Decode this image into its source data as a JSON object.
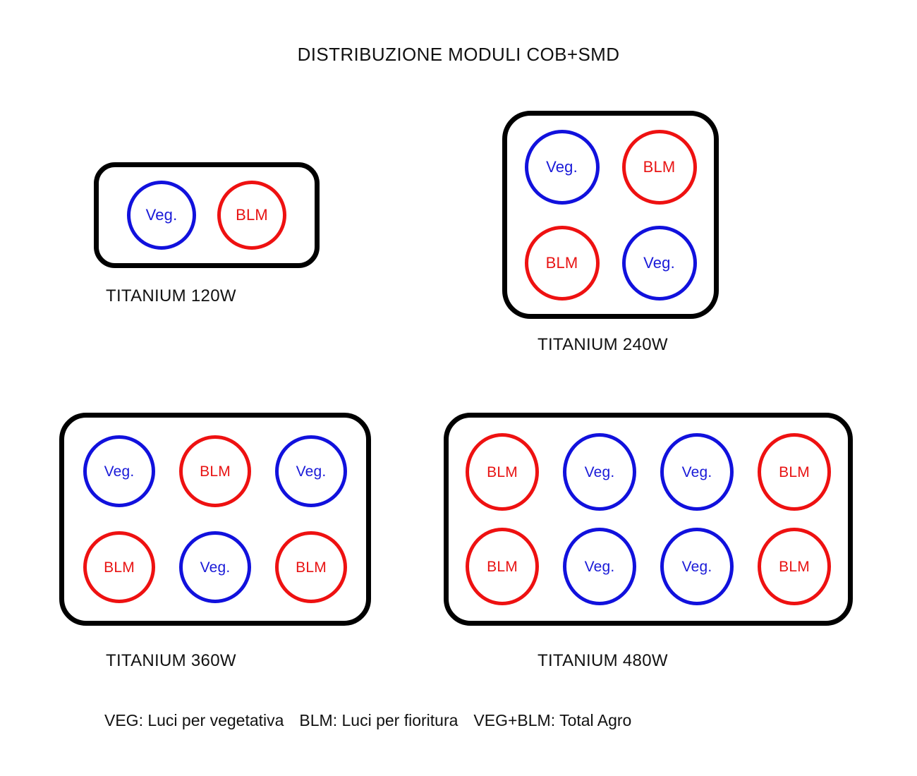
{
  "title": "DISTRIBUZIONE MODULI COB+SMD",
  "colors": {
    "veg": "#1111DD",
    "blm": "#EE1111",
    "board_outline": "#000000",
    "background": "#FFFFFF",
    "text": "#111111"
  },
  "module_types": {
    "veg": "Veg.",
    "blm": "BLM"
  },
  "panels": [
    {
      "id": "panel-120w",
      "caption": "TITANIUM 120W",
      "columns": 2,
      "rows": 1,
      "modules": [
        {
          "type": "veg",
          "label": "Veg."
        },
        {
          "type": "blm",
          "label": "BLM"
        }
      ]
    },
    {
      "id": "panel-240w",
      "caption": "TITANIUM 240W",
      "columns": 2,
      "rows": 2,
      "modules": [
        {
          "type": "veg",
          "label": "Veg."
        },
        {
          "type": "blm",
          "label": "BLM"
        },
        {
          "type": "blm",
          "label": "BLM"
        },
        {
          "type": "veg",
          "label": "Veg."
        }
      ]
    },
    {
      "id": "panel-360w",
      "caption": "TITANIUM 360W",
      "columns": 3,
      "rows": 2,
      "modules": [
        {
          "type": "veg",
          "label": "Veg."
        },
        {
          "type": "blm",
          "label": "BLM"
        },
        {
          "type": "veg",
          "label": "Veg."
        },
        {
          "type": "blm",
          "label": "BLM"
        },
        {
          "type": "veg",
          "label": "Veg."
        },
        {
          "type": "blm",
          "label": "BLM"
        }
      ]
    },
    {
      "id": "panel-480w",
      "caption": "TITANIUM 480W",
      "columns": 4,
      "rows": 2,
      "modules": [
        {
          "type": "blm",
          "label": "BLM"
        },
        {
          "type": "veg",
          "label": "Veg."
        },
        {
          "type": "veg",
          "label": "Veg."
        },
        {
          "type": "blm",
          "label": "BLM"
        },
        {
          "type": "blm",
          "label": "BLM"
        },
        {
          "type": "veg",
          "label": "Veg."
        },
        {
          "type": "veg",
          "label": "Veg."
        },
        {
          "type": "blm",
          "label": "BLM"
        }
      ]
    }
  ],
  "legend": {
    "entries": [
      "VEG:  Luci per vegetativa",
      "BLM: Luci per fioritura",
      "VEG+BLM: Total Agro"
    ]
  }
}
